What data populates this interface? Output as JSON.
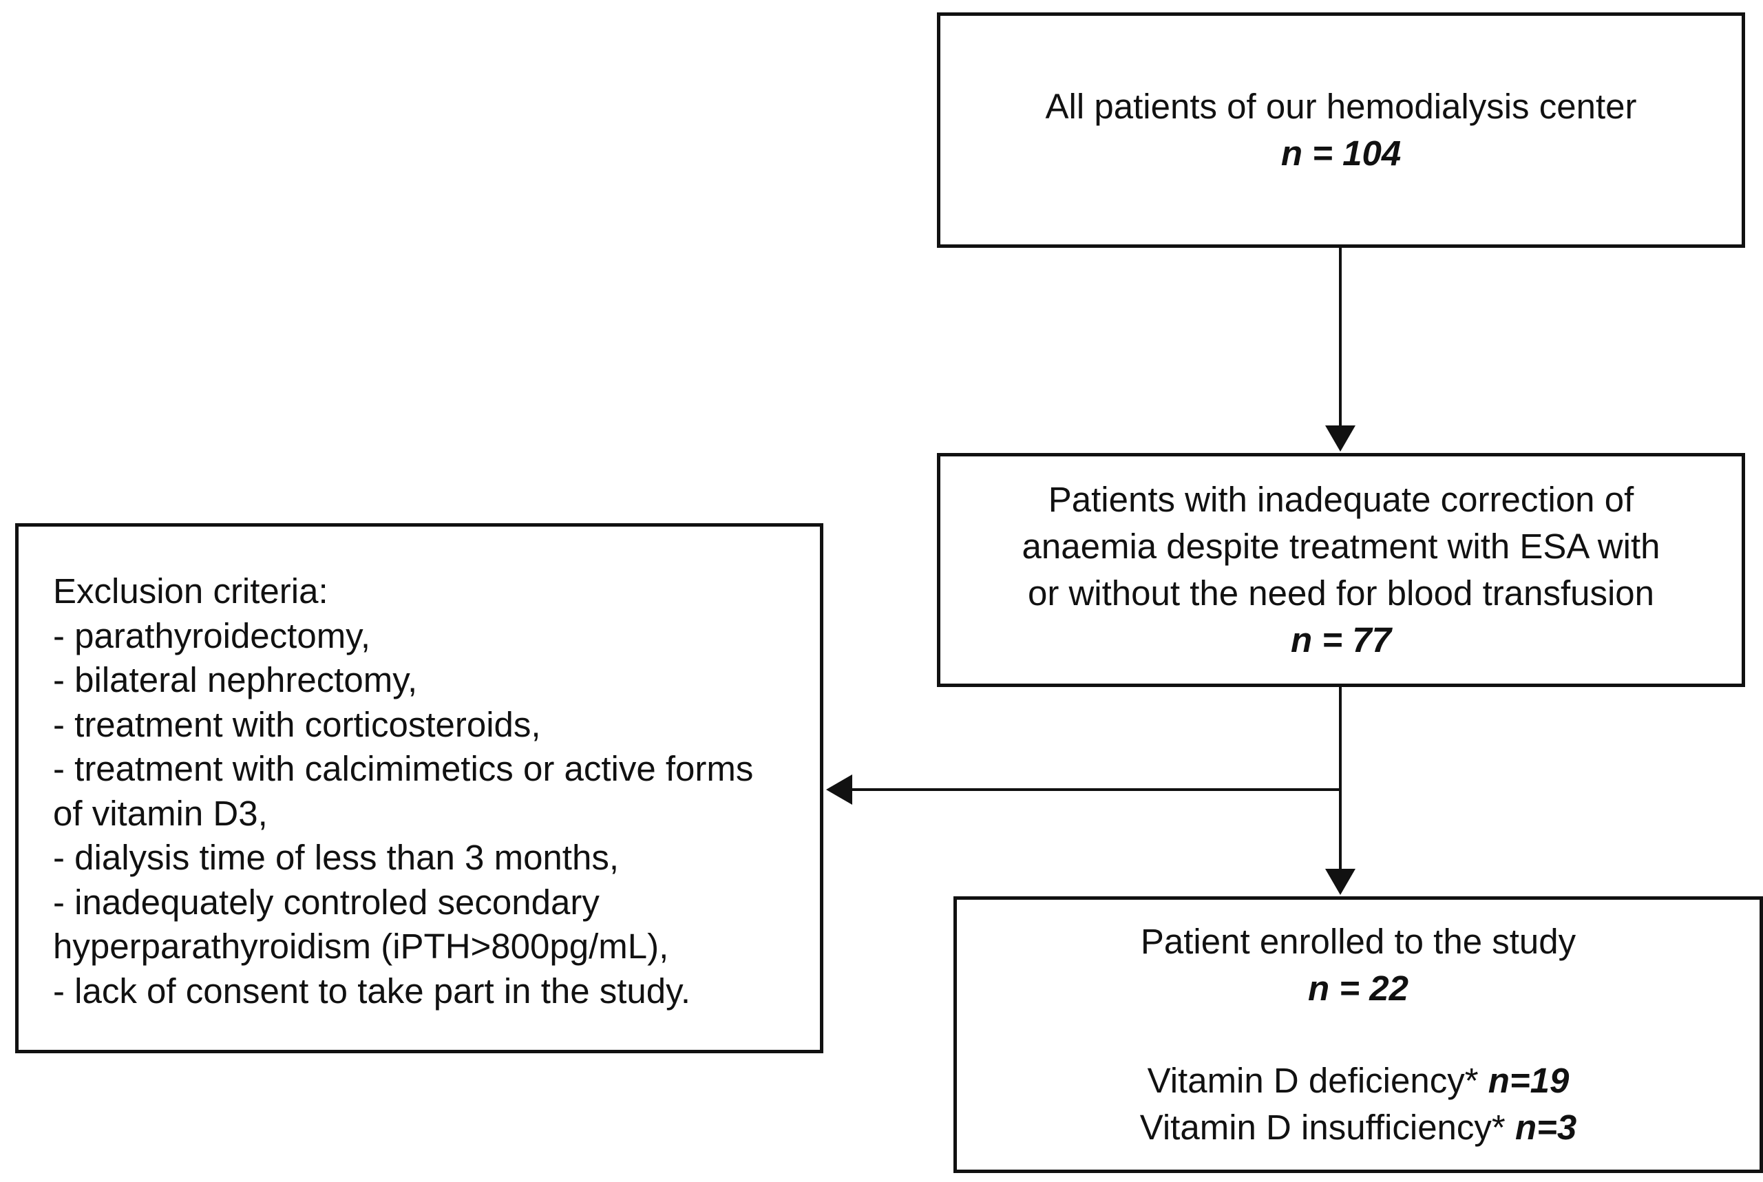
{
  "boxes": {
    "all_patients": {
      "text": "All patients of our hemodialysis center",
      "n": "n = 104"
    },
    "inadequate_correction": {
      "lines": [
        "Patients with inadequate correction of",
        "anaemia despite treatment with ESA with",
        "or without the need for blood transfusion"
      ],
      "n": "n = 77"
    },
    "exclusion": {
      "title": "Exclusion criteria:",
      "lines": [
        "- parathyroidectomy,",
        "- bilateral nephrectomy,",
        "- treatment with corticosteroids,",
        "- treatment with calcimimetics or active forms",
        "of vitamin D3,",
        "- dialysis time of less than 3 months,",
        "- inadequately controled secondary",
        "hyperparathyroidism (iPTH>800pg/mL),",
        "- lack of consent to take part in the study."
      ]
    },
    "enrolled": {
      "text": "Patient enrolled to the study",
      "n": "n = 22",
      "deficiency_label": "Vitamin D deficiency*",
      "deficiency_n": "n=19",
      "insufficiency_label": "Vitamin D insufficiency*",
      "insufficiency_n": "n=3"
    }
  },
  "colors": {
    "line": "#111111",
    "background": "#ffffff"
  }
}
